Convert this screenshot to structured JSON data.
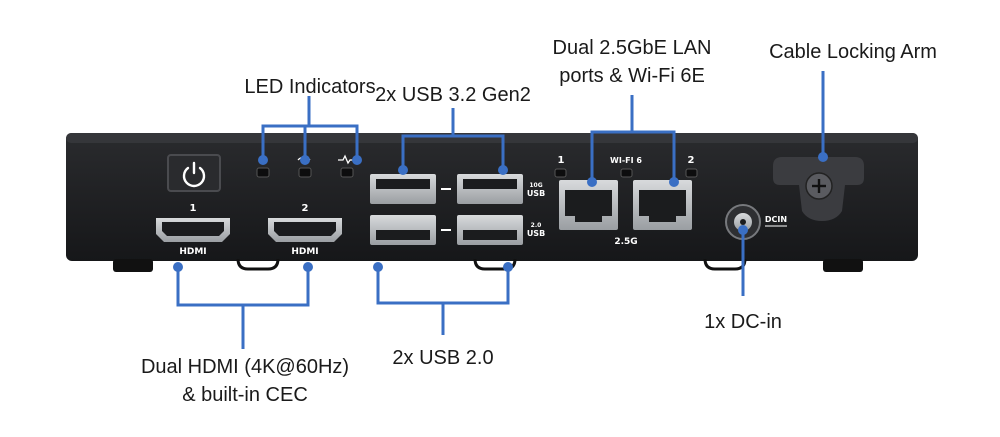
{
  "callouts": {
    "led_indicators": "LED Indicators",
    "usb32": "2x USB 3.2 Gen2",
    "lan_wifi_line1": "Dual 2.5GbE LAN",
    "lan_wifi_line2": "ports & Wi-Fi 6E",
    "cable_lock": "Cable Locking Arm",
    "hdmi_line1": "Dual HDMI (4K@60Hz)",
    "hdmi_line2": "& built-in CEC",
    "usb20": "2x USB 2.0",
    "dcin": "1x DC-in"
  },
  "device_labels": {
    "hdmi_1_number": "1",
    "hdmi_2_number": "2",
    "hdmi_1_text": "HDMI",
    "hdmi_2_text": "HDMI",
    "usb_10g_top": "10G",
    "usb_10g_bottom": "USB",
    "usb_2_top": "2.0",
    "usb_2_bottom": "USB",
    "lan_1": "1",
    "lan_2": "2",
    "wifi": "WI-FI 6",
    "lan_speed": "2.5G",
    "dcin": "DCIN"
  },
  "icons": [
    "power-icon",
    "wifi-icon",
    "heartbeat-icon",
    "screw-icon"
  ],
  "colors": {
    "callout_line": "#3a6fc4",
    "chassis": "#1e1f21",
    "port_metal": "#b8bcc0"
  }
}
